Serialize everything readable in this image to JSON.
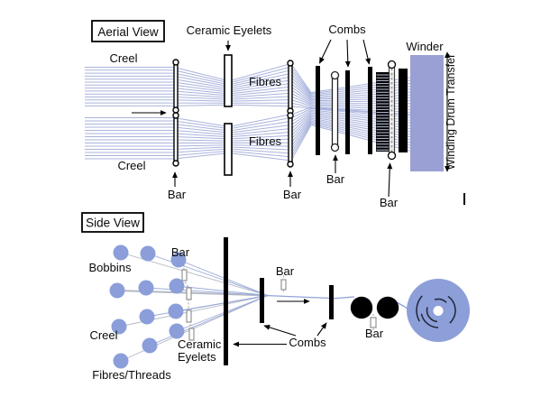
{
  "figure": {
    "aerial": {
      "title": "Aerial View",
      "creel_top": "Creel",
      "creel_bottom": "Creel",
      "ceramic_eyelets": "Ceramic Eyelets",
      "fibres_top": "Fibres",
      "fibres_bottom": "Fibres",
      "combs": "Combs",
      "winder": "Winder",
      "winding_drum_transfer": "Winding Drum Transfer",
      "bar_creel": "Bar",
      "bar_after_eyelets": "Bar",
      "bar_in_combs": "Bar",
      "bar_before_winder": "Bar"
    },
    "side": {
      "title": "Side View",
      "bobbins": "Bobbins",
      "creel": "Creel",
      "fibres_threads": "Fibres/Threads",
      "ceramic_line1": "Ceramic",
      "ceramic_line2": "Eyelets",
      "combs": "Combs",
      "bar_top": "Bar",
      "bar_middle": "Bar",
      "bar_right": "Bar"
    },
    "colors": {
      "fibre": "#a9b3dc",
      "fibre_gray": "#b4b8c6",
      "thread": "#9aaad8",
      "bobbin": "#8b9ed9",
      "winder": "#9aa0d3",
      "drum": "#8d9fd9",
      "ink": "#000000"
    }
  }
}
